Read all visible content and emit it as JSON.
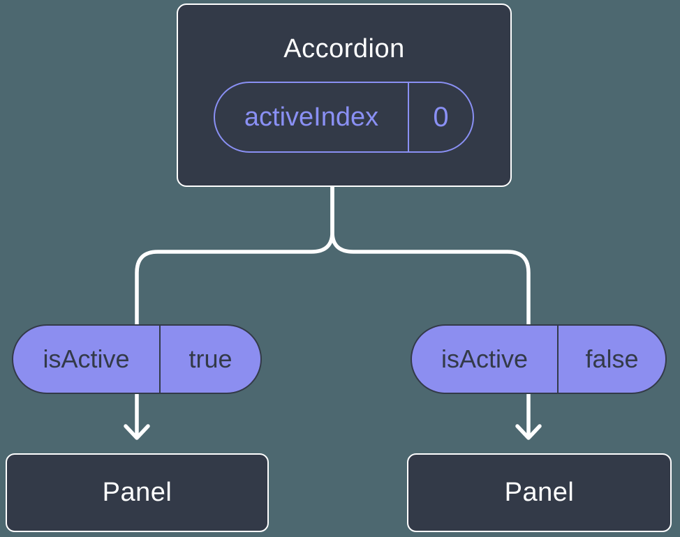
{
  "colors": {
    "background": "#4D6870",
    "node_fill": "#333A48",
    "node_border": "#FFFFFF",
    "pill_fill": "#8C8EF0",
    "pill_outline": "#8A90F4",
    "pill_dark": "#333A48",
    "connector": "#FFFFFF",
    "title_text": "#FFFFFF"
  },
  "icons": {
    "arrowhead": "chevron-down"
  },
  "tree": {
    "root": {
      "title": "Accordion",
      "prop": {
        "name": "activeIndex",
        "value": "0"
      }
    },
    "children": [
      {
        "prop": {
          "name": "isActive",
          "value": "true"
        },
        "title": "Panel"
      },
      {
        "prop": {
          "name": "isActive",
          "value": "false"
        },
        "title": "Panel"
      }
    ]
  }
}
